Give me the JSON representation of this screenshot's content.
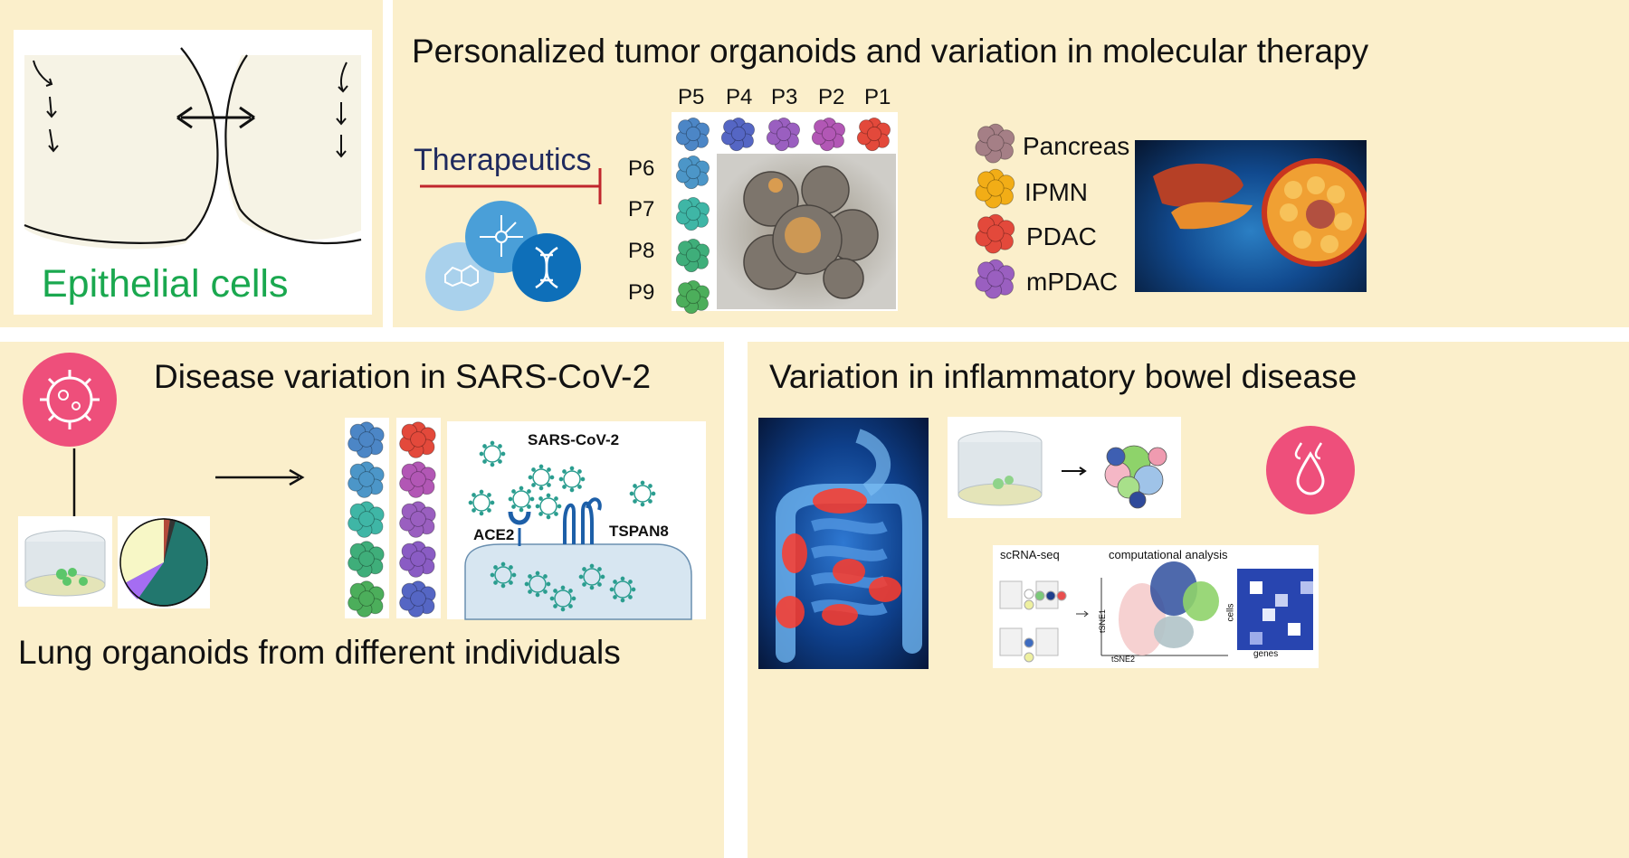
{
  "panel_epithelial": {
    "label": "Epithelial cells"
  },
  "panel_tumor": {
    "title": "Personalized tumor organoids and variation in molecular therapy",
    "therapeutics_label": "Therapeutics",
    "column_labels": [
      "P5",
      "P4",
      "P3",
      "P2",
      "P1"
    ],
    "row_labels": [
      "P6",
      "P7",
      "P8",
      "P9"
    ],
    "legend": [
      {
        "label": "Pancreas",
        "color": "#a57f86"
      },
      {
        "label": "IPMN",
        "color": "#f2ad16"
      },
      {
        "label": "PDAC",
        "color": "#e3493b"
      },
      {
        "label": "mPDAC",
        "color": "#9a5fc0"
      }
    ]
  },
  "panel_sars": {
    "title": "Disease variation in SARS-CoV-2",
    "caption": "Lung organoids from different individuals",
    "virus_label": "SARS-CoV-2",
    "receptor1_label": "ACE2",
    "receptor2_label": "TSPAN8"
  },
  "panel_ibd": {
    "title": "Variation in inflammatory bowel disease",
    "scrnaseq_label": "scRNA-seq",
    "analysis_label": "computational analysis",
    "axis_y_label": "tSNE1",
    "axis_x_label": "tSNE2",
    "heatmap_row_label": "cells",
    "heatmap_col_label": "genes"
  },
  "colors": {
    "panel_bg": "#fbefcb",
    "epithelial_green": "#1aa84f",
    "therapeutics_navy": "#1f2a5e",
    "inhibit_red": "#c0262c",
    "pink_icon": "#ee4f7b"
  }
}
